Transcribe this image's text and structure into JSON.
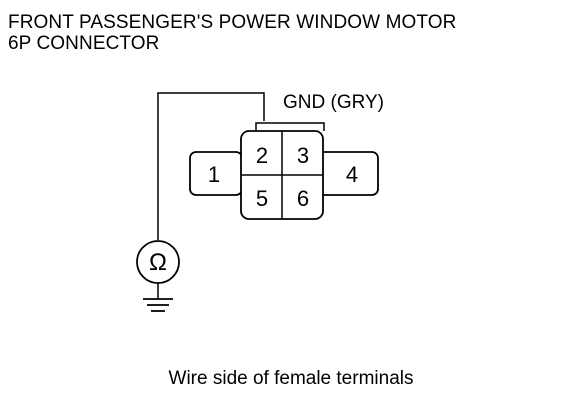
{
  "title": {
    "line1": "FRONT PASSENGER'S POWER WINDOW MOTOR",
    "line2": "6P CONNECTOR"
  },
  "connector": {
    "terminals": [
      "1",
      "2",
      "3",
      "4",
      "5",
      "6"
    ],
    "gnd_label": "GND (GRY)"
  },
  "meter": {
    "symbol": "Ω",
    "icon": "ohmmeter-icon"
  },
  "ground_icon": "ground-symbol-icon",
  "caption": "Wire side of female terminals"
}
